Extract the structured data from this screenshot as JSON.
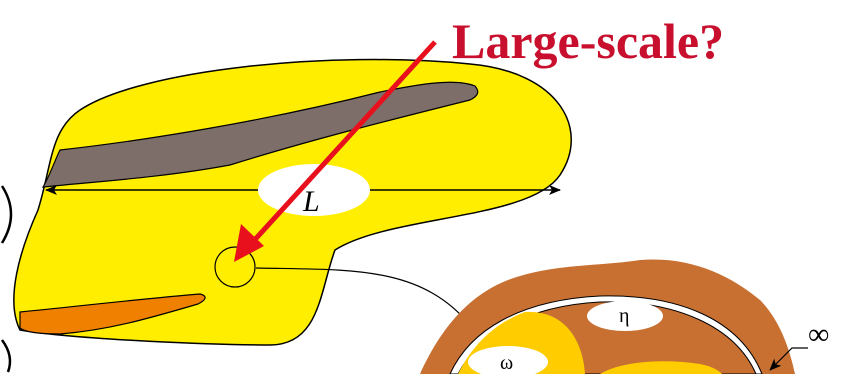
{
  "diagram": {
    "title": "Large-scale?",
    "length_label": "L",
    "zoom_labels": {
      "eta": "η",
      "omega": "ω",
      "infinity": "∞"
    },
    "colors": {
      "domain_fill": "#ffee00",
      "gray_band": "#7d6e6a",
      "orange_band": "#f08000",
      "zoom_outer": "#c87032",
      "zoom_inner_yellow": "#ffcc00",
      "arrow_red": "#e8101c",
      "title_red": "#c8102e"
    }
  }
}
